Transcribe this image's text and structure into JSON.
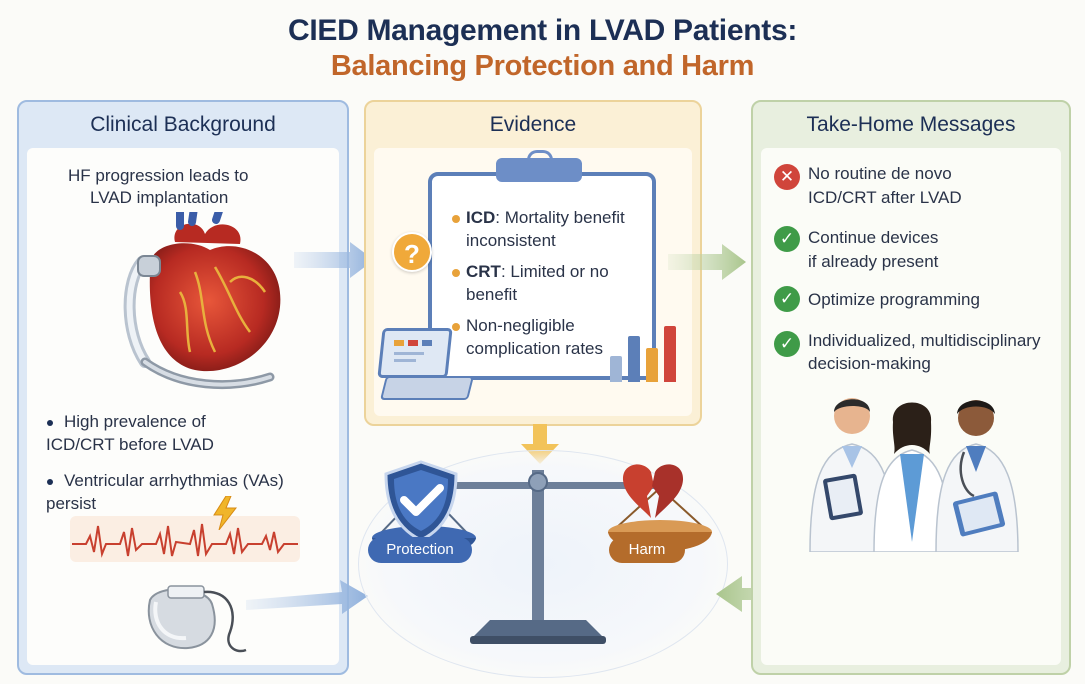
{
  "title": {
    "line1": "CIED Management in LVAD Patients:",
    "line2": "Balancing Protection and Harm"
  },
  "colors": {
    "navy": "#1c2f55",
    "orange": "#c1662a",
    "blue_panel": "#dde8f5",
    "yellow_panel": "#fbf0d6",
    "green_panel": "#e8efdf",
    "check_green": "#3f9b48",
    "cross_red": "#d0453b",
    "protection_blue": "#3f69b2",
    "harm_brown": "#b46c2b"
  },
  "left_panel": {
    "header": "Clinical Background",
    "intro_line1": "HF progression leads to",
    "intro_line2": "LVAD implantation",
    "bullets": [
      {
        "line1": "High prevalence of",
        "line2": "ICD/CRT before LVAD"
      },
      {
        "line1": "Ventricular arrhythmias (VAs)",
        "line2": "persist"
      }
    ],
    "icons": [
      "heart-lvad-illustration",
      "ecg-trace-icon",
      "lightning-icon",
      "cied-device-illustration"
    ]
  },
  "middle_panel": {
    "header": "Evidence",
    "items": [
      {
        "term": "ICD",
        "line1": ": Mortality benefit",
        "line2": "inconsistent"
      },
      {
        "term": "CRT",
        "line1": ": Limited or no",
        "line2": "benefit"
      },
      {
        "term": "",
        "line1": "Non-negligible",
        "line2": "complication rates"
      }
    ],
    "icons": [
      "question-icon",
      "clipboard-icon",
      "laptop-icon",
      "bar-chart-icon"
    ]
  },
  "scale": {
    "protection_label": "Protection",
    "harm_label": "Harm",
    "icons": [
      "shield-check-icon",
      "broken-heart-icon",
      "balance-scale-icon"
    ]
  },
  "right_panel": {
    "header": "Take-Home Messages",
    "messages": [
      {
        "icon": "cross",
        "line1": "No routine de novo",
        "line2": "ICD/CRT after LVAD"
      },
      {
        "icon": "check",
        "line1": "Continue devices",
        "line2": "if already present"
      },
      {
        "icon": "check",
        "line1": "Optimize programming",
        "line2": ""
      },
      {
        "icon": "check",
        "line1": "Individualized, multidisciplinary",
        "line2": "decision-making"
      }
    ],
    "icons": [
      "clinicians-team-illustration"
    ]
  }
}
